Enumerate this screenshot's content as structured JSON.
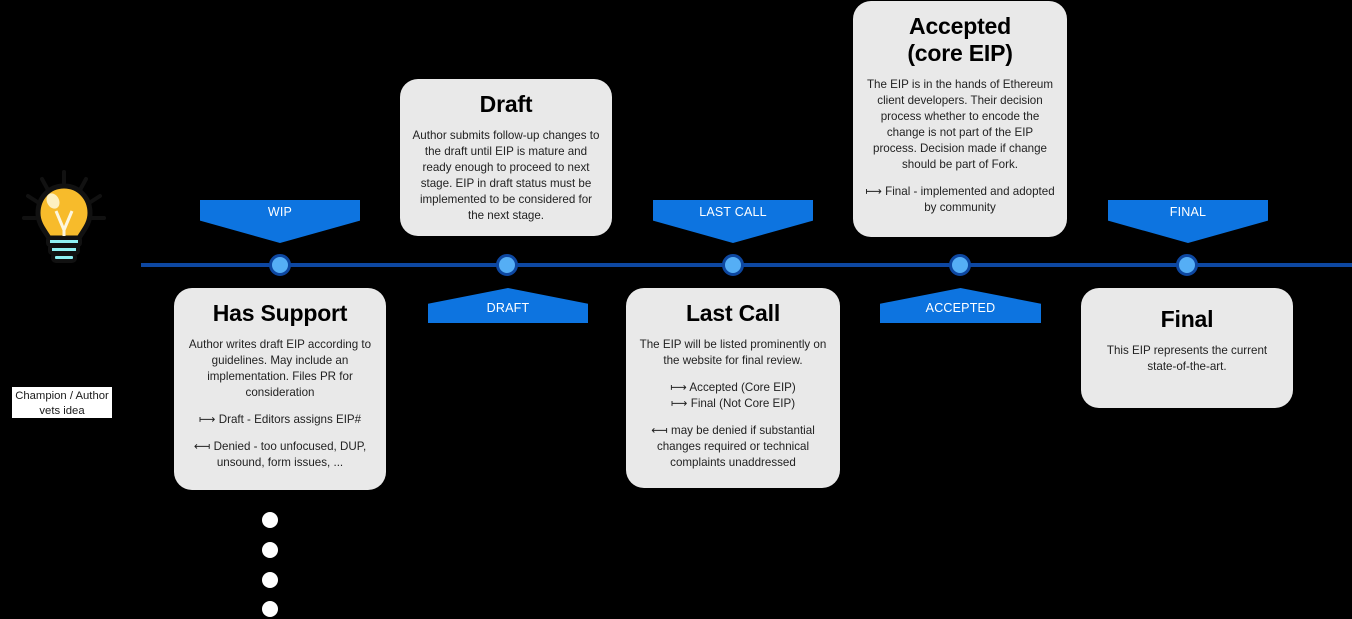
{
  "diagram": {
    "title": "EIP process timeline",
    "colors": {
      "background": "#000000",
      "timeline": "#0d47a1",
      "node_fill": "#55aef5",
      "banner": "#0d74e0",
      "card": "#e9e9e9",
      "bulb": "#f5b927",
      "bulb_base": "#7fe9ef"
    }
  },
  "idea": {
    "icon": "lightbulb-icon",
    "label_line1": "Champion / Author",
    "label_line2": "vets idea"
  },
  "banners": [
    {
      "id": "wip",
      "label": "WIP",
      "direction": "down"
    },
    {
      "id": "draft",
      "label": "DRAFT",
      "direction": "up"
    },
    {
      "id": "last-call",
      "label": "LAST CALL",
      "direction": "down"
    },
    {
      "id": "accepted",
      "label": "ACCEPTED",
      "direction": "up"
    },
    {
      "id": "final",
      "label": "FINAL",
      "direction": "down"
    }
  ],
  "cards": {
    "has_support": {
      "title": "Has Support",
      "body1": "Author writes draft EIP according to guidelines. May include an implementation. Files PR for consideration",
      "body2": "⟼ Draft - Editors assigns EIP#",
      "body3": "⟻ Denied - too unfocused, DUP, unsound, form issues, ..."
    },
    "draft": {
      "title": "Draft",
      "body1": "Author submits follow-up changes to the draft until EIP is mature and ready enough to proceed to next stage. EIP in draft status must be implemented to be considered for the next stage."
    },
    "last_call": {
      "title": "Last Call",
      "body1": "The EIP will be listed prominently on the website for final review.",
      "body2a": "⟼ Accepted (Core EIP)",
      "body2b": "⟼ Final (Not Core EIP)",
      "body3": "⟻ may be denied if substantial changes required or technical complaints unaddressed"
    },
    "accepted": {
      "title_line1": "Accepted",
      "title_line2": "(core EIP)",
      "body1": "The EIP is in the hands of Ethereum client developers. Their decision process whether to encode the change is not part of the EIP process. Decision made if change should be part of Fork.",
      "body2": "⟼  Final - implemented and adopted by community"
    },
    "final": {
      "title": "Final",
      "body1": "This EIP represents the current state-of-the-art."
    }
  }
}
